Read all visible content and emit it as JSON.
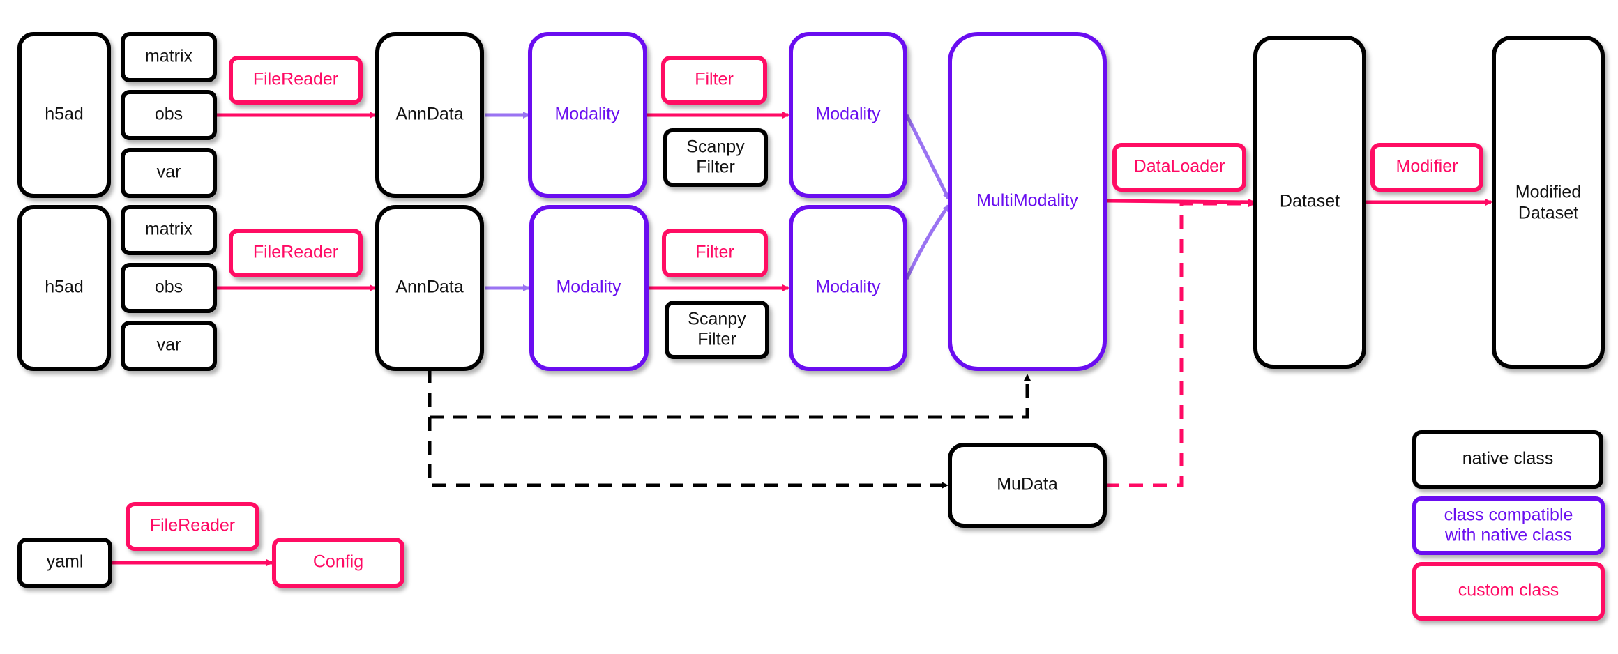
{
  "colors": {
    "native": "#000000",
    "compatible": "#6a0ff0",
    "compatible_arrow": "#9a73f2",
    "custom": "#ff0a64"
  },
  "nodes": {
    "h5ad_1": "h5ad",
    "matrix_1": "matrix",
    "obs_1": "obs",
    "var_1": "var",
    "filereader_1": "FileReader",
    "anndata_1": "AnnData",
    "modality_1a": "Modality",
    "filter_1": "Filter",
    "scanpy_filter_1": [
      "Scanpy",
      "Filter"
    ],
    "modality_1b": "Modality",
    "h5ad_2": "h5ad",
    "matrix_2": "matrix",
    "obs_2": "obs",
    "var_2": "var",
    "filereader_2": "FileReader",
    "anndata_2": "AnnData",
    "modality_2a": "Modality",
    "filter_2": "Filter",
    "scanpy_filter_2": [
      "Scanpy",
      "Filter"
    ],
    "modality_2b": "Modality",
    "multimodality": "MultiModality",
    "dataloader": "DataLoader",
    "dataset": "Dataset",
    "modifier": "Modifier",
    "modified_dataset": [
      "Modified",
      "Dataset"
    ],
    "mudata": "MuData",
    "yaml": "yaml",
    "filereader_3": "FileReader",
    "config": "Config"
  },
  "legend": {
    "native": "native class",
    "compatible": [
      "class compatible",
      "with native class"
    ],
    "custom": "custom class"
  }
}
